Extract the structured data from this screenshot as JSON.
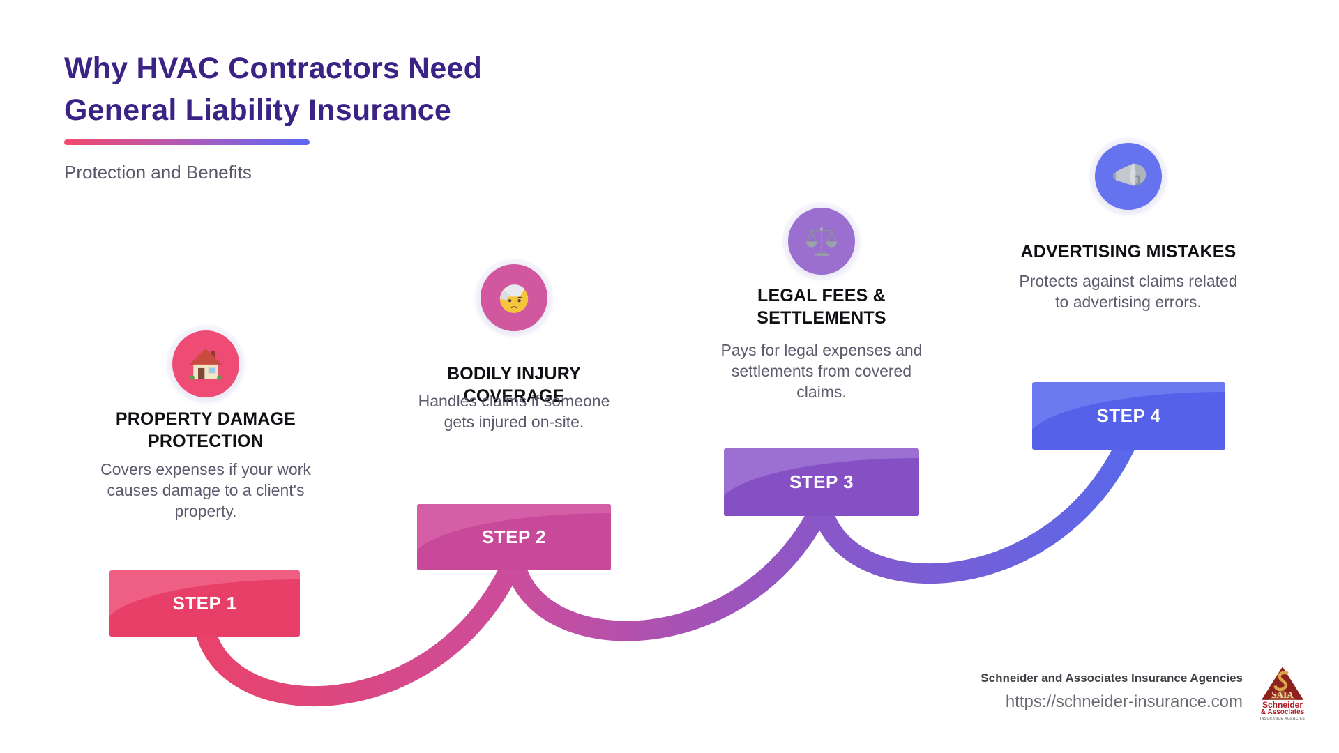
{
  "header": {
    "title_line1": "Why HVAC Contractors Need",
    "title_line2": "General Liability Insurance",
    "subtitle": "Protection and Benefits",
    "title_color": "#3a2385",
    "underline_gradient_start": "#f4496c",
    "underline_gradient_end": "#5b68f3"
  },
  "steps": [
    {
      "step_label": "STEP 1",
      "icon": "house-icon",
      "circle_color": "#ee4b75",
      "banner_light": "#ef5f83",
      "banner_dark": "#e73f68",
      "title": "PROPERTY DAMAGE PROTECTION",
      "description": "Covers expenses if your work causes damage to a client's property."
    },
    {
      "step_label": "STEP 2",
      "icon": "injured-face-icon",
      "circle_color": "#d1579f",
      "banner_light": "#d45fa7",
      "banner_dark": "#c8489a",
      "title": "BODILY INJURY COVERAGE",
      "description": "Handles claims if someone gets injured on-site."
    },
    {
      "step_label": "STEP 3",
      "icon": "scales-icon",
      "circle_color": "#9a6fd0",
      "banner_light": "#9b70d2",
      "banner_dark": "#8650c5",
      "title": "LEGAL FEES & SETTLEMENTS",
      "description": "Pays for legal expenses and settlements from covered claims."
    },
    {
      "step_label": "STEP 4",
      "icon": "megaphone-icon",
      "circle_color": "#6573ee",
      "banner_light": "#6c7af1",
      "banner_dark": "#5461e8",
      "title": "ADVERTISING MISTAKES",
      "description": "Protects against claims related to advertising errors."
    }
  ],
  "connector_colors": [
    "#e8436b",
    "#cb4d9c",
    "#8a57c8",
    "#5a68ea"
  ],
  "footer": {
    "company": "Schneider and Associates Insurance Agencies",
    "url": "https://schneider-insurance.com",
    "logo_acronym": "SAIA",
    "logo_line1": "Schneider",
    "logo_line2": "& Associates",
    "logo_line3": "INSURANCE AGENCIES"
  }
}
